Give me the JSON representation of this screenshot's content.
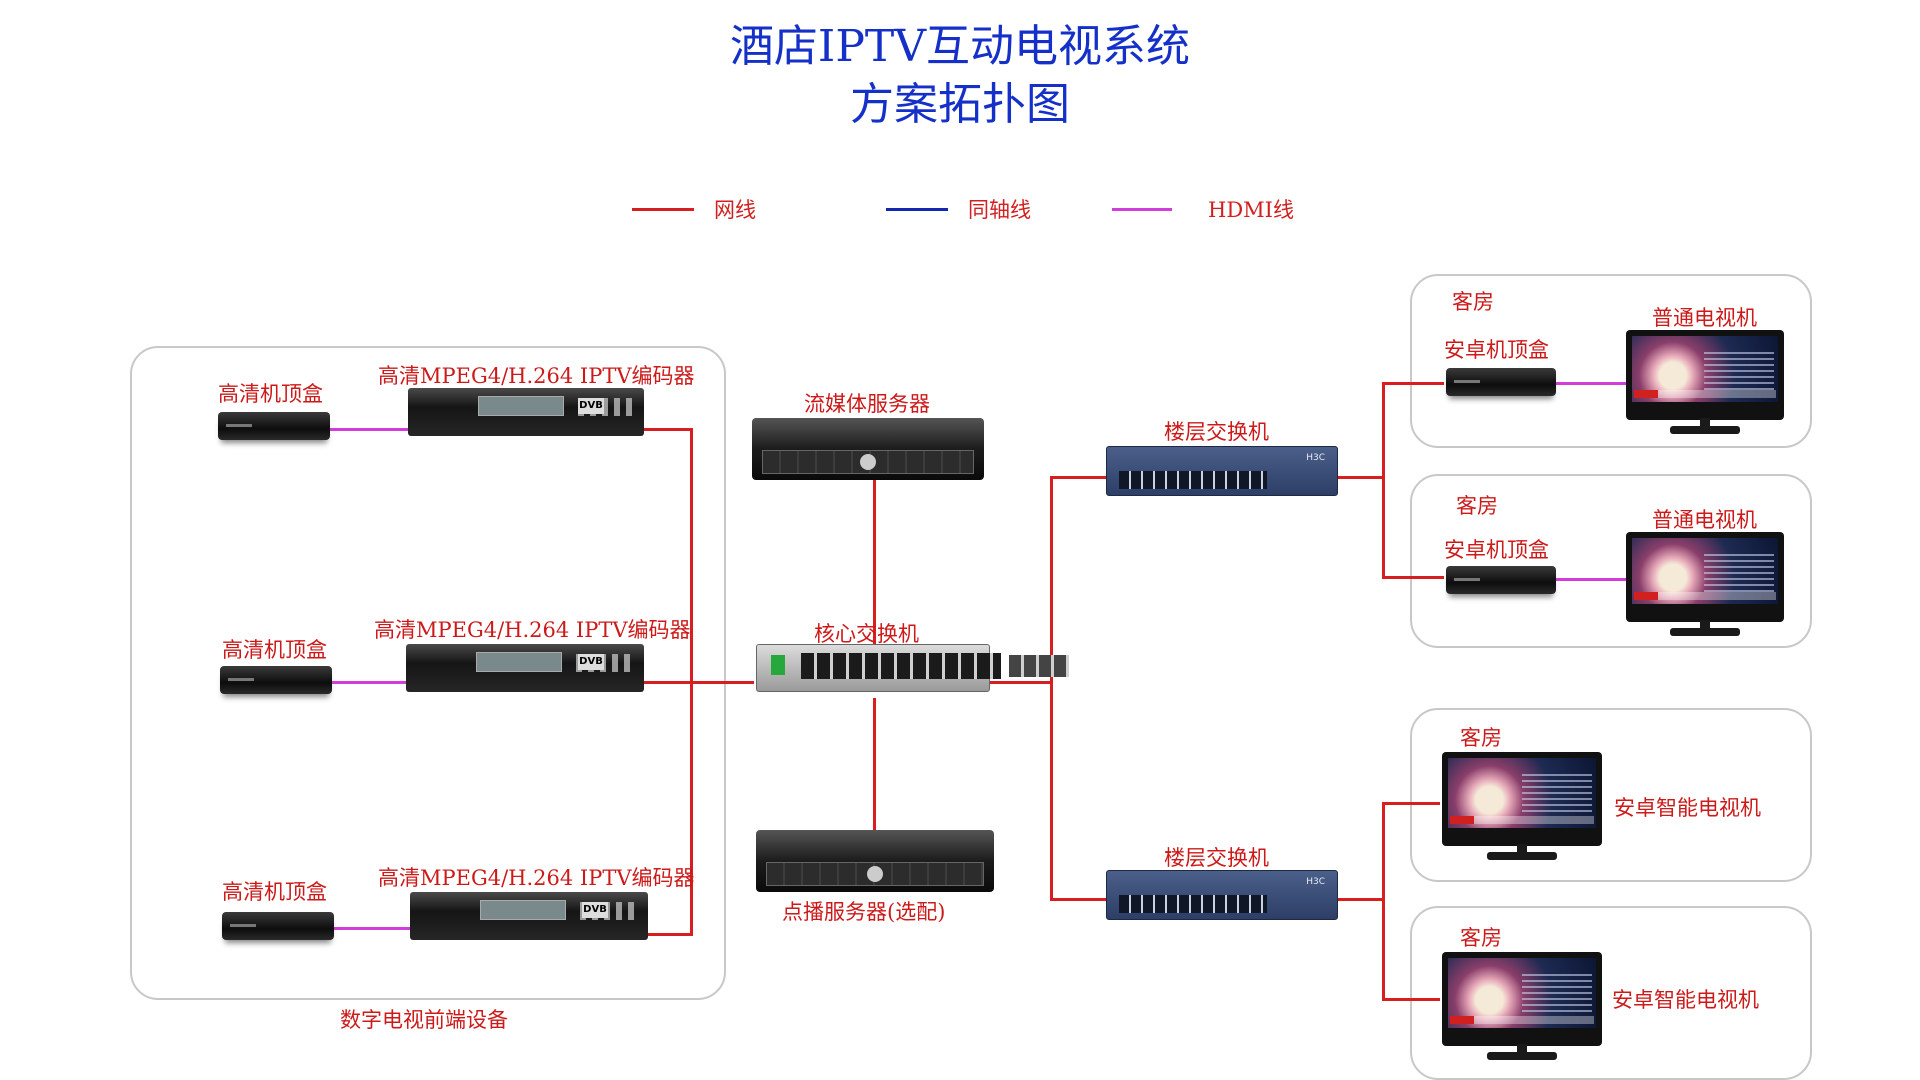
{
  "title": {
    "line1": "酒店IPTV互动电视系统",
    "line2": "方案拓扑图"
  },
  "legend": [
    {
      "label": "网线",
      "color": "#d81e1e"
    },
    {
      "label": "同轴线",
      "color": "#1426b4"
    },
    {
      "label": "HDMI线",
      "color": "#d23cd8"
    }
  ],
  "headend": {
    "group_label": "数字电视前端设备",
    "stb_label": "高清机顶盒",
    "encoder_label": "高清MPEG4/H.264 IPTV编码器",
    "encoder_logo": "DVB"
  },
  "center": {
    "streaming_server": "流媒体服务器",
    "core_switch": "核心交换机",
    "vod_server": "点播服务器(选配)"
  },
  "floor_switch_label": "楼层交换机",
  "floor_switch_brand": "H3C",
  "rooms": {
    "room_label": "客房",
    "android_stb": "安卓机顶盒",
    "normal_tv": "普通电视机",
    "android_tv": "安卓智能电视机"
  }
}
